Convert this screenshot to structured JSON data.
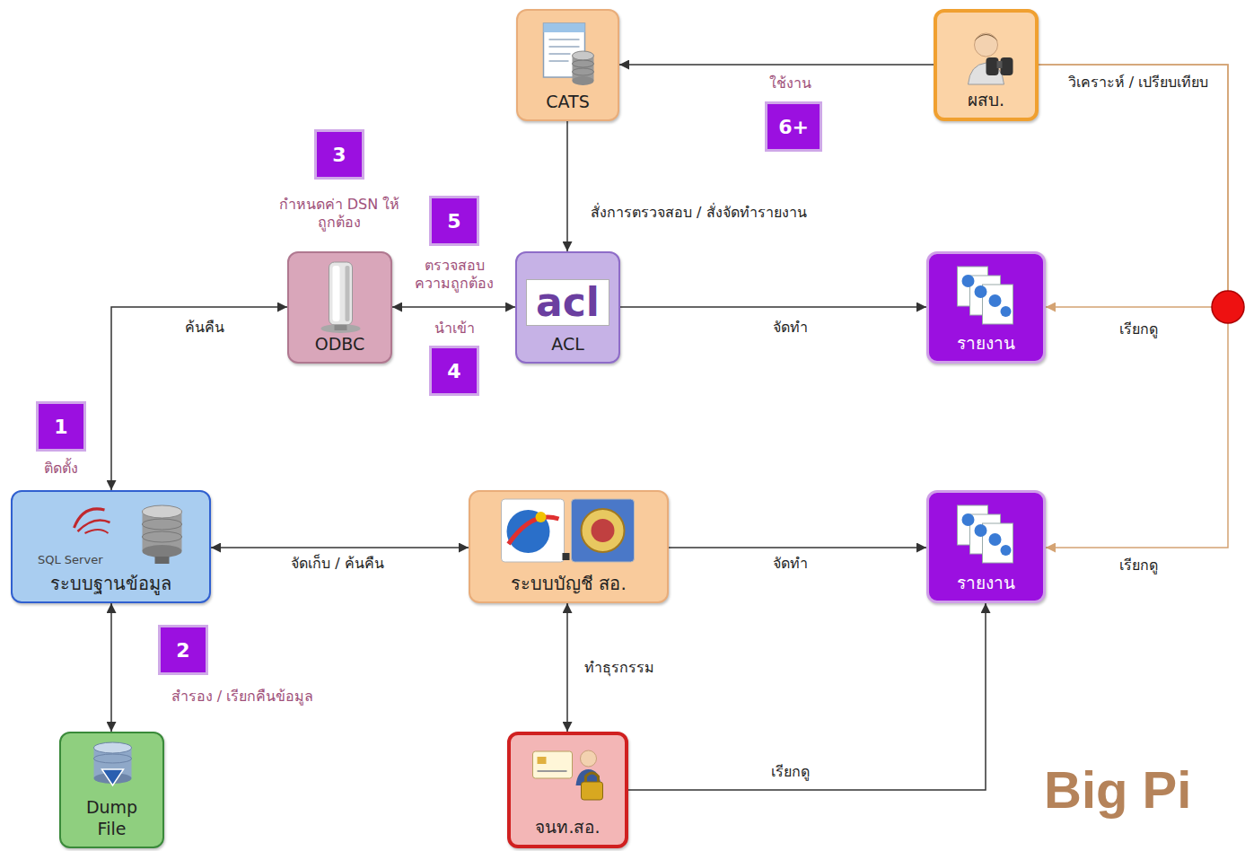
{
  "diagram": {
    "nodes": [
      {
        "text": [
          "CATS"
        ]
      },
      {
        "text": [
          "ผสบ."
        ]
      },
      {
        "text": [
          "ODBC"
        ]
      },
      {
        "text": [
          "acl",
          "ACL"
        ]
      },
      {
        "text": [
          "รายงาน"
        ]
      },
      {
        "text": [
          "SQL Server",
          "ระบบฐานข้อมูล"
        ]
      },
      {
        "text": [
          "ระบบบัญชี สอ."
        ]
      },
      {
        "text": [
          "รายงาน"
        ]
      },
      {
        "text": [
          "Dump File"
        ]
      },
      {
        "text": [
          "จนท.สอ."
        ]
      }
    ],
    "edges": [
      {
        "from": 1,
        "to": 0,
        "arrow": "to",
        "label": "ใช้งาน"
      },
      {
        "from": 0,
        "to": 3,
        "arrow": "to",
        "label": "สั่งการตรวจสอบ / สั่งจัดทำรายงาน"
      },
      {
        "from": 2,
        "to": 3,
        "arrow": "both",
        "label": "นำเข้า"
      },
      {
        "from": 3,
        "to": 4,
        "arrow": "to",
        "label": "จัดทำ"
      },
      {
        "from": 2,
        "to": 5,
        "arrow": "both",
        "label": "ค้นคืน"
      },
      {
        "from": 5,
        "to": 6,
        "arrow": "both",
        "label": "จัดเก็บ / ค้นคืน"
      },
      {
        "from": 5,
        "to": 8,
        "arrow": "both",
        "label": "สำรอง / เรียกคืนข้อมูล"
      },
      {
        "from": 6,
        "to": 7,
        "arrow": "to",
        "label": "จัดทำ"
      },
      {
        "from": 6,
        "to": 9,
        "arrow": "both",
        "label": "ทำธุรกรรม"
      },
      {
        "from": 9,
        "to": 7,
        "arrow": "to",
        "label": "เรียกดู"
      },
      {
        "from": 1,
        "to": 4,
        "arrow": "to",
        "label": "เรียกดู"
      },
      {
        "from": 1,
        "to": 7,
        "arrow": "to",
        "label": "เรียกดู"
      }
    ],
    "labels": [
      "6+",
      "วิเคราะห์ / เปรียบเทียบ",
      "3",
      "กำหนดค่า DSN ให้ถูกต้อง",
      "5",
      "ตรวจสอบ ความถูกต้อง",
      "4",
      "1",
      "ติดตั้ง",
      "2",
      "Big Pi"
    ]
  }
}
